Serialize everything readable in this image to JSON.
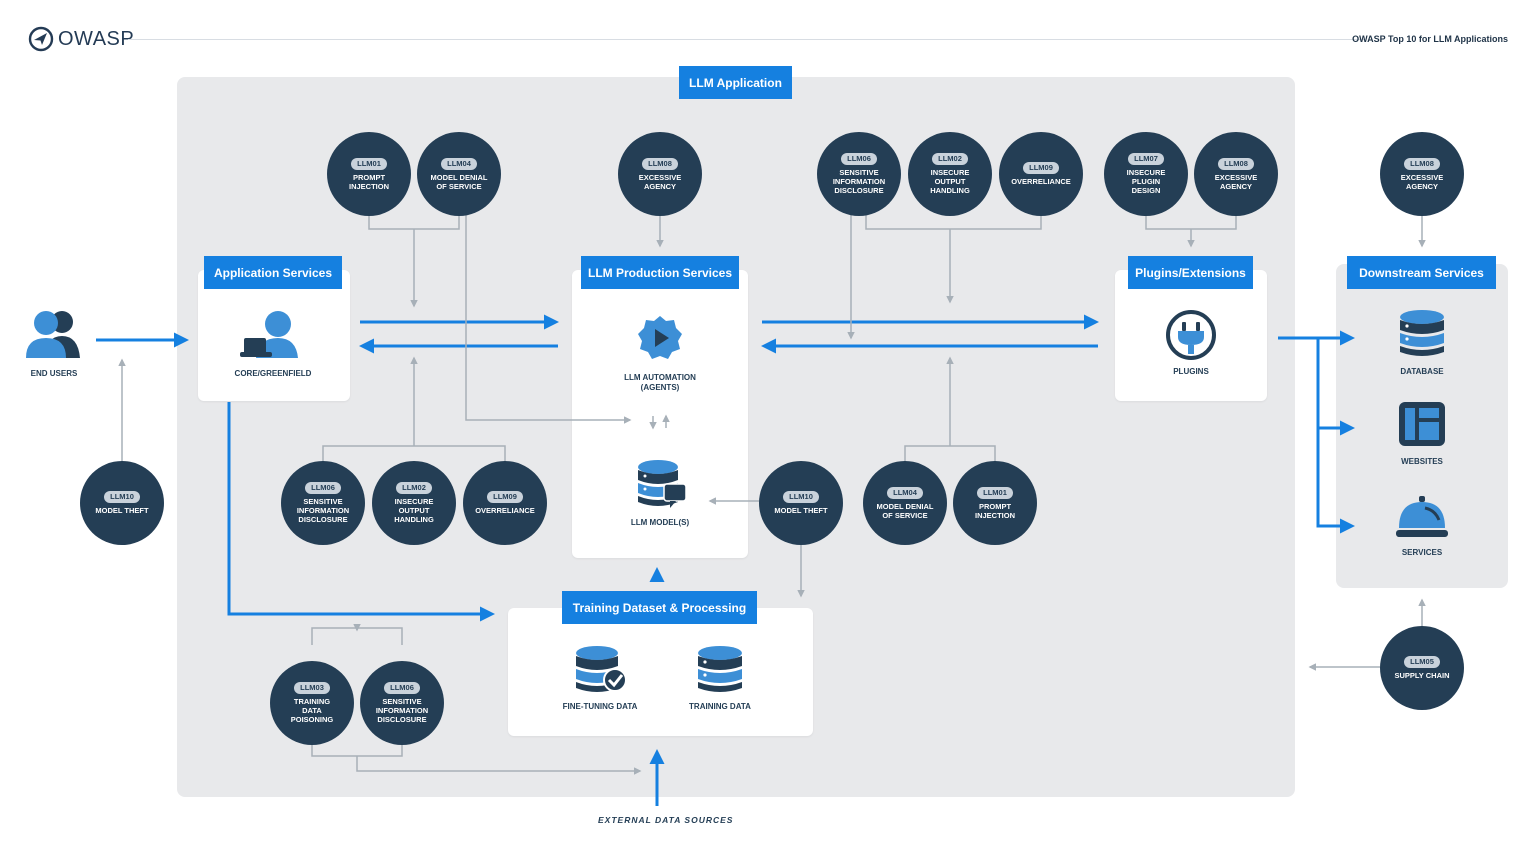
{
  "header": {
    "logo_text": "OWASP",
    "title": "OWASP Top 10 for LLM Applications"
  },
  "zones": {
    "llm_application": "LLM Application",
    "application_services": "Application Services",
    "llm_production_services": "LLM Production Services",
    "plugins_extensions": "Plugins/Extensions",
    "downstream_services": "Downstream Services",
    "training_dataset": "Training Dataset & Processing"
  },
  "labels": {
    "end_users": "END USERS",
    "core_greenfield": "CORE/GREENFIELD",
    "llm_automation": "LLM AUTOMATION\n(AGENTS)",
    "llm_models": "LLM MODEL(S)",
    "plugins": "PLUGINS",
    "database": "DATABASE",
    "websites": "WEBSITES",
    "services": "SERVICES",
    "fine_tuning_data": "FINE-TUNING DATA",
    "training_data": "TRAINING DATA",
    "external_data_sources": "EXTERNAL DATA SOURCES"
  },
  "badges": [
    {
      "code": "LLM01",
      "text": "PROMPT\nINJECTION"
    },
    {
      "code": "LLM04",
      "text": "MODEL DENIAL\nOF SERVICE"
    },
    {
      "code": "LLM08",
      "text": "EXCESSIVE\nAGENCY"
    },
    {
      "code": "LLM06",
      "text": "SENSITIVE\nINFORMATION\nDISCLOSURE"
    },
    {
      "code": "LLM02",
      "text": "INSECURE\nOUTPUT\nHANDLING"
    },
    {
      "code": "LLM09",
      "text": "OVERRELIANCE"
    },
    {
      "code": "LLM07",
      "text": "INSECURE\nPLUGIN\nDESIGN"
    },
    {
      "code": "LLM08",
      "text": "EXCESSIVE\nAGENCY"
    },
    {
      "code": "LLM08",
      "text": "EXCESSIVE\nAGENCY"
    },
    {
      "code": "LLM10",
      "text": "MODEL THEFT"
    },
    {
      "code": "LLM06",
      "text": "SENSITIVE\nINFORMATION\nDISCLOSURE"
    },
    {
      "code": "LLM02",
      "text": "INSECURE\nOUTPUT\nHANDLING"
    },
    {
      "code": "LLM09",
      "text": "OVERRELIANCE"
    },
    {
      "code": "LLM10",
      "text": "MODEL THEFT"
    },
    {
      "code": "LLM04",
      "text": "MODEL DENIAL\nOF SERVICE"
    },
    {
      "code": "LLM01",
      "text": "PROMPT\nINJECTION"
    },
    {
      "code": "LLM03",
      "text": "TRAINING\nDATA\nPOISONING"
    },
    {
      "code": "LLM06",
      "text": "SENSITIVE\nINFORMATION\nDISCLOSURE"
    },
    {
      "code": "LLM05",
      "text": "SUPPLY CHAIN"
    }
  ],
  "colors": {
    "accent_blue": "#1580e0",
    "badge_navy": "#243e55",
    "icon_blue": "#3d8fd6",
    "zone_gray": "#e8e9eb",
    "wire_gray": "#a7b0b8"
  }
}
